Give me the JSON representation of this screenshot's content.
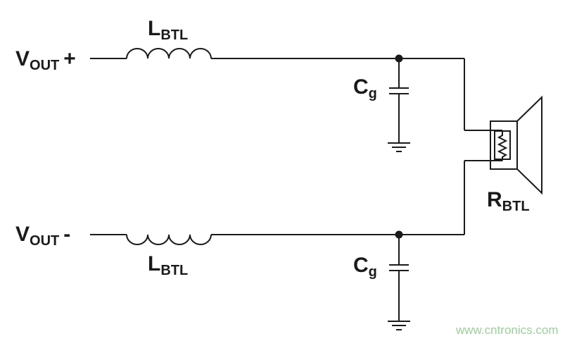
{
  "labels": {
    "vout_plus": {
      "main": "V",
      "sub": "OUT",
      "suffix": "+"
    },
    "vout_minus": {
      "main": "V",
      "sub": "OUT",
      "suffix": "-"
    },
    "inductor_top": {
      "main": "L",
      "sub": "BTL"
    },
    "inductor_bottom": {
      "main": "L",
      "sub": "BTL"
    },
    "cap_top": {
      "main": "C",
      "sub": "g"
    },
    "cap_bottom": {
      "main": "C",
      "sub": "g"
    },
    "speaker": {
      "main": "R",
      "sub": "BTL"
    }
  },
  "watermark": "www.cntronics.com",
  "colors": {
    "line": "#1a1a1a",
    "watermark": "#9ccf9a"
  }
}
